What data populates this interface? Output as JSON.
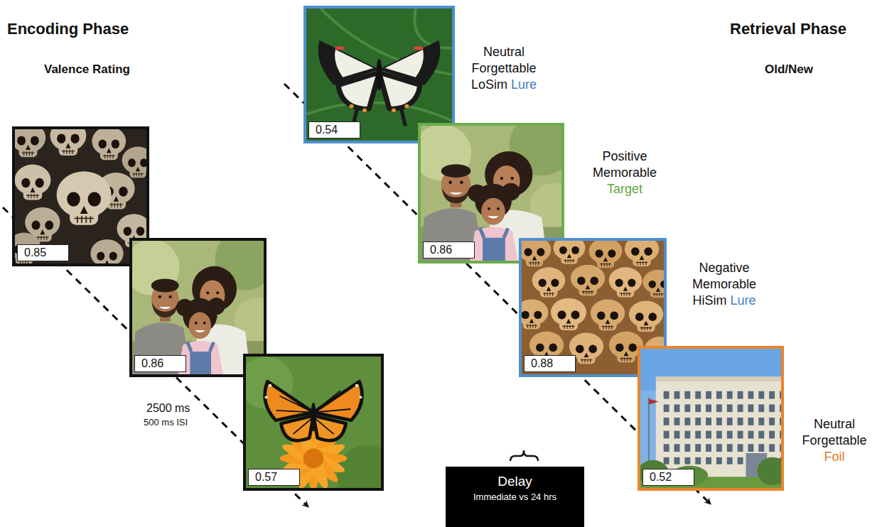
{
  "diagram": {
    "nodes": [
      {
        "text": [
          "0.85"
        ]
      },
      {
        "text": [
          "0.86"
        ]
      },
      {
        "text": [
          "0.57"
        ]
      },
      {
        "text": [
          "0.54",
          "Neutral Forgettable LoSim",
          "Lure"
        ]
      },
      {
        "text": [
          "0.86",
          "Positive Memorable",
          "Target"
        ]
      },
      {
        "text": [
          "0.88",
          "Negative Memorable HiSim",
          "Lure"
        ]
      },
      {
        "text": [
          "0.52",
          "Neutral Forgettable",
          "Foil"
        ]
      },
      {
        "text": [
          "Delay",
          "Immediate vs 24 hrs"
        ]
      }
    ],
    "labels": [
      "Encoding Phase",
      "Valence Rating",
      "2500 ms",
      "500 ms ISI",
      "Retrieval Phase",
      "Old/New"
    ]
  }
}
